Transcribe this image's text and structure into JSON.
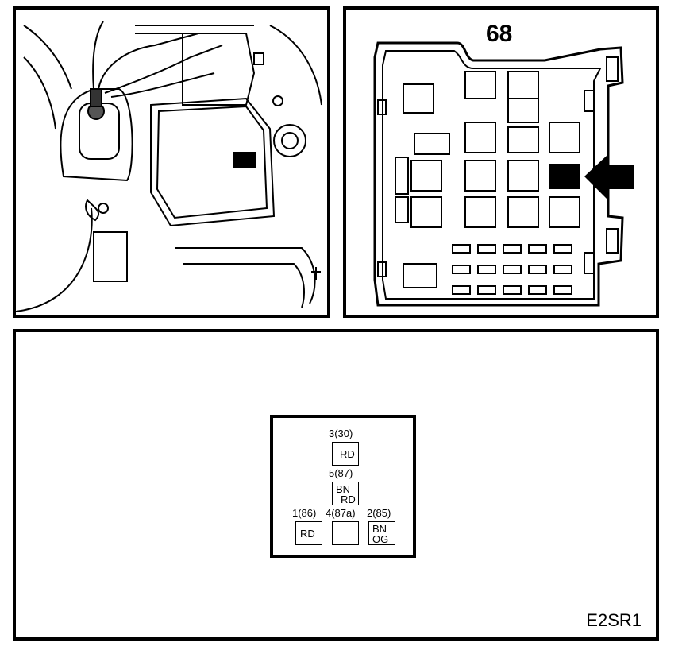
{
  "fusebox": {
    "number": "68"
  },
  "connector": {
    "pins": [
      {
        "id": "pin-3",
        "label": "3(30)",
        "wires": [
          "RD"
        ]
      },
      {
        "id": "pin-5",
        "label": "5(87)",
        "wires": [
          "BN",
          "RD"
        ]
      },
      {
        "id": "pin-1",
        "label": "1(86)",
        "wires": [
          "RD"
        ]
      },
      {
        "id": "pin-4",
        "label": "4(87a)",
        "wires": []
      },
      {
        "id": "pin-2",
        "label": "2(85)",
        "wires": [
          "BN",
          "OG"
        ]
      }
    ]
  },
  "figure": {
    "code": "E2SR1"
  }
}
